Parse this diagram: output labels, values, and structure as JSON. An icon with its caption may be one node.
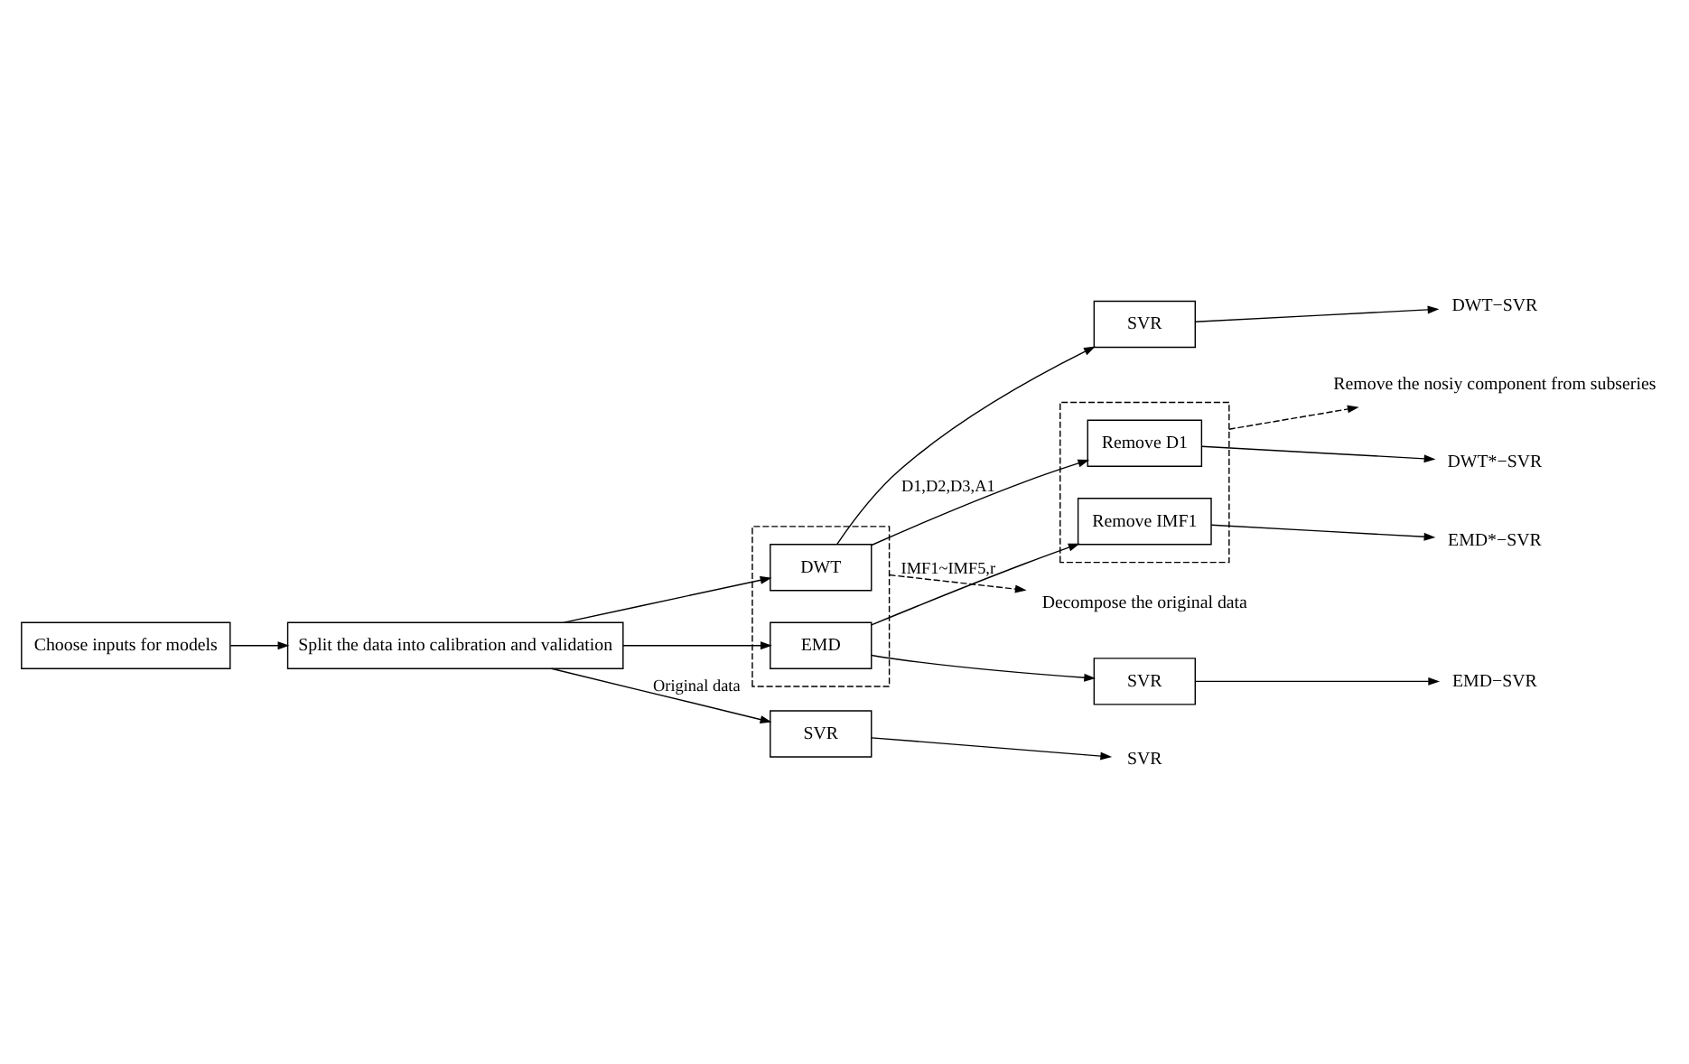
{
  "diagram": {
    "nodes": [
      {
        "text": [
          "Choose inputs for models"
        ]
      },
      {
        "text": [
          "Split the data into calibration and validation"
        ]
      },
      {
        "text": [],
        "shape": "box"
      },
      {
        "text": [
          "DWT"
        ],
        "in": 2
      },
      {
        "text": [
          "EMD"
        ],
        "in": 2
      },
      {
        "text": [
          "SVR"
        ]
      },
      {
        "text": [],
        "shape": "box"
      },
      {
        "text": [
          "Remove D1"
        ],
        "in": 6
      },
      {
        "text": [
          "Remove IMF1"
        ],
        "in": 6
      },
      {
        "text": [
          "SVR"
        ]
      },
      {
        "text": [
          "SVR"
        ]
      },
      {
        "text": [
          "Decompose the original data"
        ]
      },
      {
        "text": [
          "Remove the nosiy component from subseries"
        ]
      },
      {
        "text": [
          "DWT−SVR"
        ]
      },
      {
        "text": [
          "DWT*−SVR"
        ]
      },
      {
        "text": [
          "EMD*−SVR"
        ]
      },
      {
        "text": [
          "EMD−SVR"
        ]
      },
      {
        "text": [
          "SVR"
        ]
      }
    ],
    "edges": [
      {
        "from": 0,
        "to": 1,
        "arrow": "to"
      },
      {
        "from": 1,
        "to": 3,
        "arrow": "to"
      },
      {
        "from": 1,
        "to": 4,
        "arrow": "to"
      },
      {
        "from": 1,
        "to": 10,
        "arrow": "to",
        "label": "Original data"
      },
      {
        "from": 3,
        "to": 5,
        "arrow": "to"
      },
      {
        "from": 3,
        "to": 7,
        "arrow": "to",
        "label": "D1,D2,D3,A1"
      },
      {
        "from": 4,
        "to": 8,
        "arrow": "to",
        "label": "IMF1~IMF5,r"
      },
      {
        "from": 4,
        "to": 9,
        "arrow": "to"
      },
      {
        "from": 2,
        "to": 11,
        "arrow": "to",
        "style": "dashed"
      },
      {
        "from": 6,
        "to": 12,
        "arrow": "to",
        "style": "dashed"
      },
      {
        "from": 5,
        "to": 13,
        "arrow": "to"
      },
      {
        "from": 7,
        "to": 14,
        "arrow": "to"
      },
      {
        "from": 8,
        "to": 15,
        "arrow": "to"
      },
      {
        "from": 9,
        "to": 16,
        "arrow": "to"
      },
      {
        "from": 10,
        "to": 17,
        "arrow": "to"
      }
    ]
  }
}
